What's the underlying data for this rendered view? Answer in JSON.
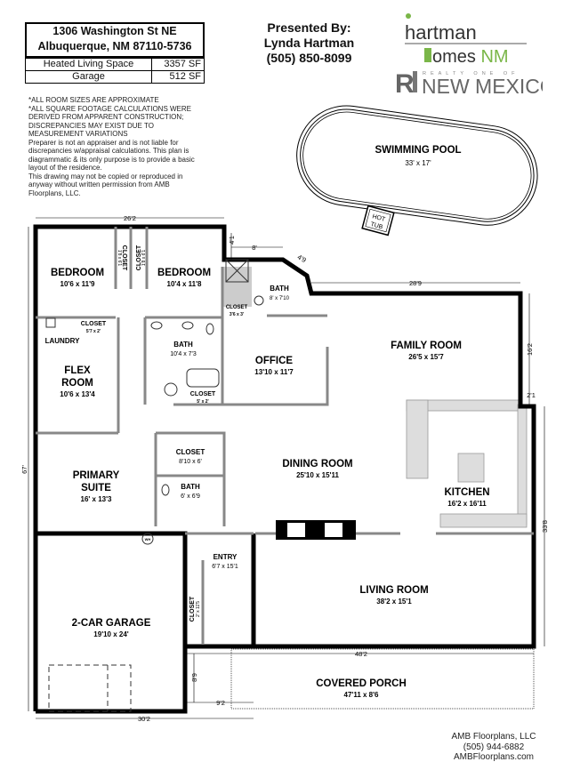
{
  "header": {
    "address_line1": "1306 Washington St NE",
    "address_line2": "Albuquerque, NM 87110-5736",
    "square_footage": [
      {
        "label": "Heated Living Space",
        "value": "3357 SF"
      },
      {
        "label": "Garage",
        "value": "512 SF"
      }
    ],
    "notes": [
      "*ALL ROOM SIZES ARE APPROXIMATE",
      "*ALL SQUARE FOOTAGE CALCULATIONS WERE DERIVED FROM APPARENT CONSTRUCTION; DISCREPANCIES MAY EXIST DUE TO MEASUREMENT VARIATIONS",
      "Preparer is not an appraiser and is not liable for discrepancies w/appraisal calculations.  This plan is diagrammatic & its only purpose is to provide a basic layout of the residence.",
      "This drawing may not be copied or reproduced in anyway without written permission from AMB Floorplans, LLC."
    ],
    "presented_by": "Presented By:",
    "agent_name": "Lynda Hartman",
    "agent_phone": "(505) 850-8099",
    "logo": {
      "line1": "hartman",
      "line2": "homes NM",
      "brokerage_mark": "R1",
      "brokerage_small": "REALTY ONE OF",
      "brokerage_name": "NEW MEXICO",
      "brand_green": "#7ab648"
    }
  },
  "rooms": {
    "pool": {
      "name": "SWIMMING POOL",
      "size": "33' x 17'"
    },
    "hot_tub": {
      "name1": "HOT",
      "name2": "TUB"
    },
    "bedroom1": {
      "name": "BEDROOM",
      "size": "10'6 x 11'9"
    },
    "bedroom2": {
      "name": "BEDROOM",
      "size": "10'4 x 11'8"
    },
    "closet_a": {
      "name": "CLOSET",
      "size": "1'8 x 6'1"
    },
    "closet_b": {
      "name": "CLOSET",
      "size": "1'8 x 6'1"
    },
    "bath_upper": {
      "name": "BATH",
      "size": "8' x 7'10"
    },
    "closet_upper": {
      "name": "CLOSET",
      "size": "3'6 x 3'"
    },
    "closet_laundry": {
      "name": "CLOSET",
      "size": "5'7 x 2'"
    },
    "laundry": {
      "name": "LAUNDRY"
    },
    "flex": {
      "name1": "FLEX",
      "name2": "ROOM",
      "size": "10'6 x 13'4"
    },
    "bath_hall": {
      "name": "BATH",
      "size": "10'4 x 7'3"
    },
    "closet_hall": {
      "name": "CLOSET",
      "size": "5' x 2'"
    },
    "office": {
      "name": "OFFICE",
      "size": "13'10 x 11'7"
    },
    "family": {
      "name": "FAMILY ROOM",
      "size": "26'5 x 15'7"
    },
    "primary": {
      "name1": "PRIMARY",
      "name2": "SUITE",
      "size": "16' x 13'3"
    },
    "closet_primary": {
      "name": "CLOSET",
      "size": "8'10 x 6'"
    },
    "bath_primary": {
      "name": "BATH",
      "size": "6' x 6'9"
    },
    "dining": {
      "name": "DINING ROOM",
      "size": "25'10 x 15'11"
    },
    "kitchen": {
      "name": "KITCHEN",
      "size": "16'2 x 16'11"
    },
    "entry": {
      "name": "ENTRY",
      "size": "6'7 x 15'1"
    },
    "closet_entry": {
      "name": "CLOSET",
      "size": "2' x 11'5"
    },
    "garage": {
      "name": "2-CAR GARAGE",
      "size": "19'10 x 24'"
    },
    "living": {
      "name": "LIVING ROOM",
      "size": "38'2 x 15'1"
    },
    "porch": {
      "name": "COVERED PORCH",
      "size": "47'11 x 8'6"
    },
    "water_heater": "WH"
  },
  "dimensions": {
    "top": "26'2",
    "left": "67'",
    "bottom": "30'2",
    "right_lower": "33'8",
    "right_upper": "16'2",
    "family_top": "28'9",
    "porch_top": "48'2",
    "jog_vertical": "4'1",
    "jog_horizontal": "8'",
    "diagonal": "4'9",
    "kitchen_jog": "2'1",
    "porch_vertical": "8'9",
    "porch_step": "9'2"
  },
  "footer": {
    "company": "AMB Floorplans, LLC",
    "phone": "(505) 944-6882",
    "website": "AMBFloorplans.com"
  }
}
